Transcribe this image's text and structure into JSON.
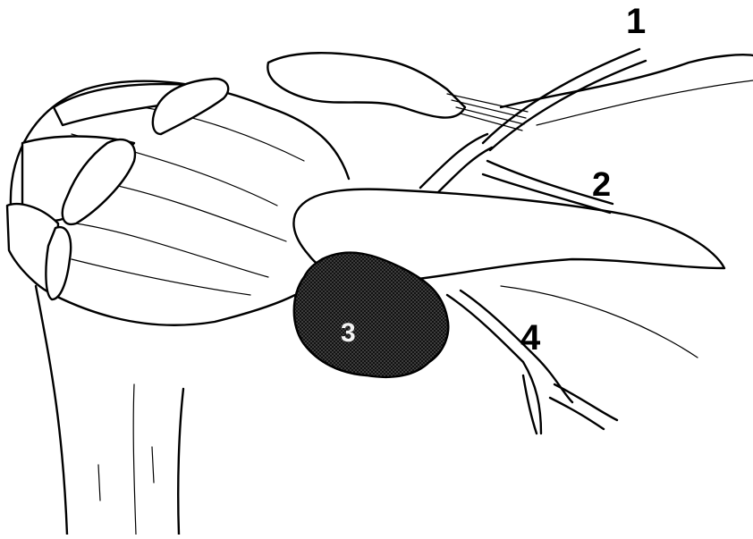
{
  "labels": {
    "one": "1",
    "two": "2",
    "three": "3",
    "four": "4"
  },
  "colors": {
    "ink": "#000000",
    "tumor_hatch": "#1a1a1a",
    "background": "#ffffff"
  }
}
